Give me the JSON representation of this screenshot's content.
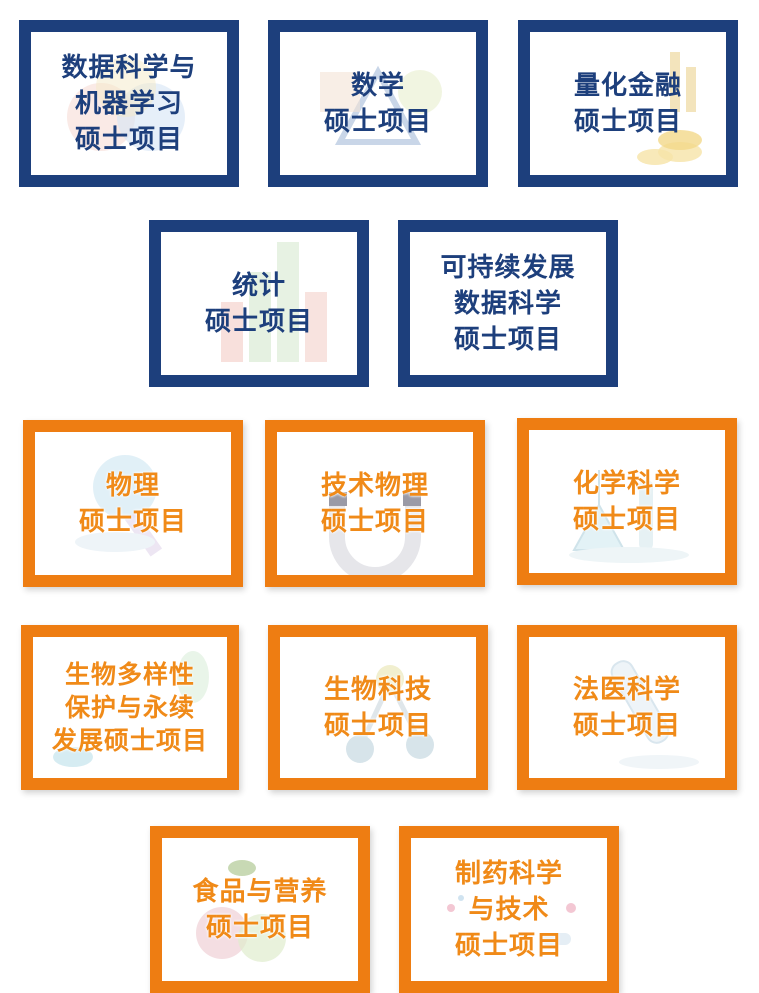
{
  "colors": {
    "blue_frame": "#1d3f7c",
    "orange_frame": "#ee7d12",
    "orange_text": "#f08a18"
  },
  "programs": [
    {
      "lines": [
        "数据科学与",
        "机器学习",
        "硕士项目"
      ],
      "icon": "venn-diagram-icon"
    },
    {
      "lines": [
        "数学",
        "硕士项目"
      ],
      "icon": "geometry-shapes-icon"
    },
    {
      "lines": [
        "量化金融",
        "硕士项目"
      ],
      "icon": "coins-chart-icon"
    },
    {
      "lines": [
        "统计",
        "硕士项目"
      ],
      "icon": "bar-chart-icon"
    },
    {
      "lines": [
        "可持续发展",
        "数据科学",
        "硕士项目"
      ],
      "icon": ""
    },
    {
      "lines": [
        "物理",
        "硕士项目"
      ],
      "icon": "magnifier-icon"
    },
    {
      "lines": [
        "技术物理",
        "硕士项目"
      ],
      "icon": "magnet-icon"
    },
    {
      "lines": [
        "化学科学",
        "硕士项目"
      ],
      "icon": "lab-flask-icon"
    },
    {
      "lines": [
        "生物多样性",
        "保护与永续",
        "发展硕士项目"
      ],
      "icon": "leaf-icon"
    },
    {
      "lines": [
        "生物科技",
        "硕士项目"
      ],
      "icon": "molecule-icon"
    },
    {
      "lines": [
        "法医科学",
        "硕士项目"
      ],
      "icon": "test-tube-icon"
    },
    {
      "lines": [
        "食品与营养",
        "硕士项目"
      ],
      "icon": "vegetables-icon"
    },
    {
      "lines": [
        "制药科学",
        "与技术",
        "硕士项目"
      ],
      "icon": "pills-icon"
    }
  ]
}
